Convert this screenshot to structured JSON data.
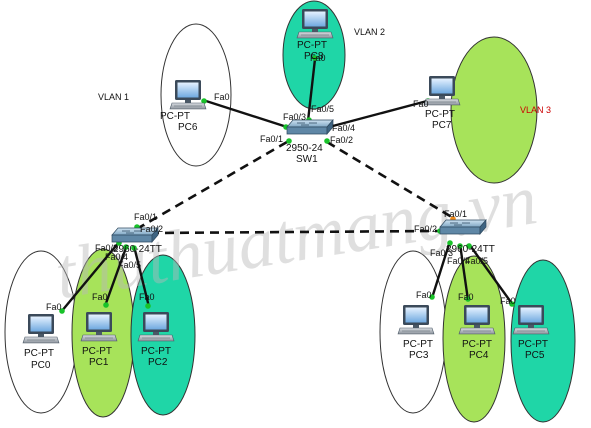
{
  "vlans": {
    "vlan1": "VLAN 1",
    "vlan2": "VLAN 2",
    "vlan3": "VLAN 3"
  },
  "colors": {
    "light_green": "#a7e35a",
    "teal": "#1fd6a7",
    "vlan3_text": "#cc0000",
    "link_green": "#18c229",
    "link_orange": "#f08a1a"
  },
  "watermark": "thuthuatmang.vn",
  "switches": {
    "sw1": {
      "model": "2950-24",
      "name": "SW1"
    },
    "sw_left": {
      "model": "2960-24TT"
    },
    "sw_right": {
      "model": "2960-24TT"
    }
  },
  "pcs": {
    "pc0": {
      "type": "PC-PT",
      "name": "PC0"
    },
    "pc1": {
      "type": "PC-PT",
      "name": "PC1"
    },
    "pc2": {
      "type": "PC-PT",
      "name": "PC2"
    },
    "pc3": {
      "type": "PC-PT",
      "name": "PC3"
    },
    "pc4": {
      "type": "PC-PT",
      "name": "PC4"
    },
    "pc5": {
      "type": "PC-PT",
      "name": "PC5"
    },
    "pc6": {
      "type": "PC-PT",
      "name": "PC6"
    },
    "pc7": {
      "type": "PC-PT",
      "name": "PC7"
    },
    "pc8": {
      "type": "PC-PT",
      "name": "PC8"
    }
  },
  "ports": {
    "sw1_fa01": "Fa0/1",
    "sw1_fa02": "Fa0/2",
    "sw1_fa03": "Fa0/3",
    "sw1_fa04": "Fa0/4",
    "sw1_fa05": "Fa0/5",
    "pc6_fa0": "Fa0",
    "pc7_fa0": "Fa0",
    "pc8_fa0": "Fa0",
    "swl_fa01": "Fa0/1",
    "swl_fa02": "Fa0/2",
    "swl_fa03": "Fa0/3",
    "swl_fa04": "Fa0/4",
    "swl_fa05": "Fa0/5",
    "pc0_fa0": "Fa0",
    "pc1_fa0": "Fa0",
    "pc2_fa0": "Fa0",
    "swr_fa01": "Fa0/1",
    "swr_fa02": "Fa0/2",
    "swr_fa03": "Fa0/3",
    "swr_fa04": "Fa0/4",
    "swr_fa05": "Fa0/5",
    "pc3_fa0": "Fa0",
    "pc4_fa0": "Fa0",
    "pc5_fa0": "Fa0"
  }
}
